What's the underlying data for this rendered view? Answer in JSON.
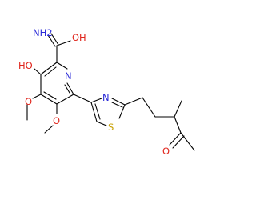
{
  "colors": {
    "bond": "#000000",
    "nitrogen": "#2a2ad8",
    "oxygen": "#e0241b",
    "sulfur": "#c8a000"
  },
  "labels": {
    "imidamide_nh2": "NH2",
    "imidic_oh": "OH",
    "hydroxy": "HO",
    "pyridine_n": "N",
    "methoxy_o_upper": "O",
    "methoxy_o_lower": "O",
    "thiazole_n": "N",
    "thiazole_s": "S",
    "ketone_o": "O"
  }
}
